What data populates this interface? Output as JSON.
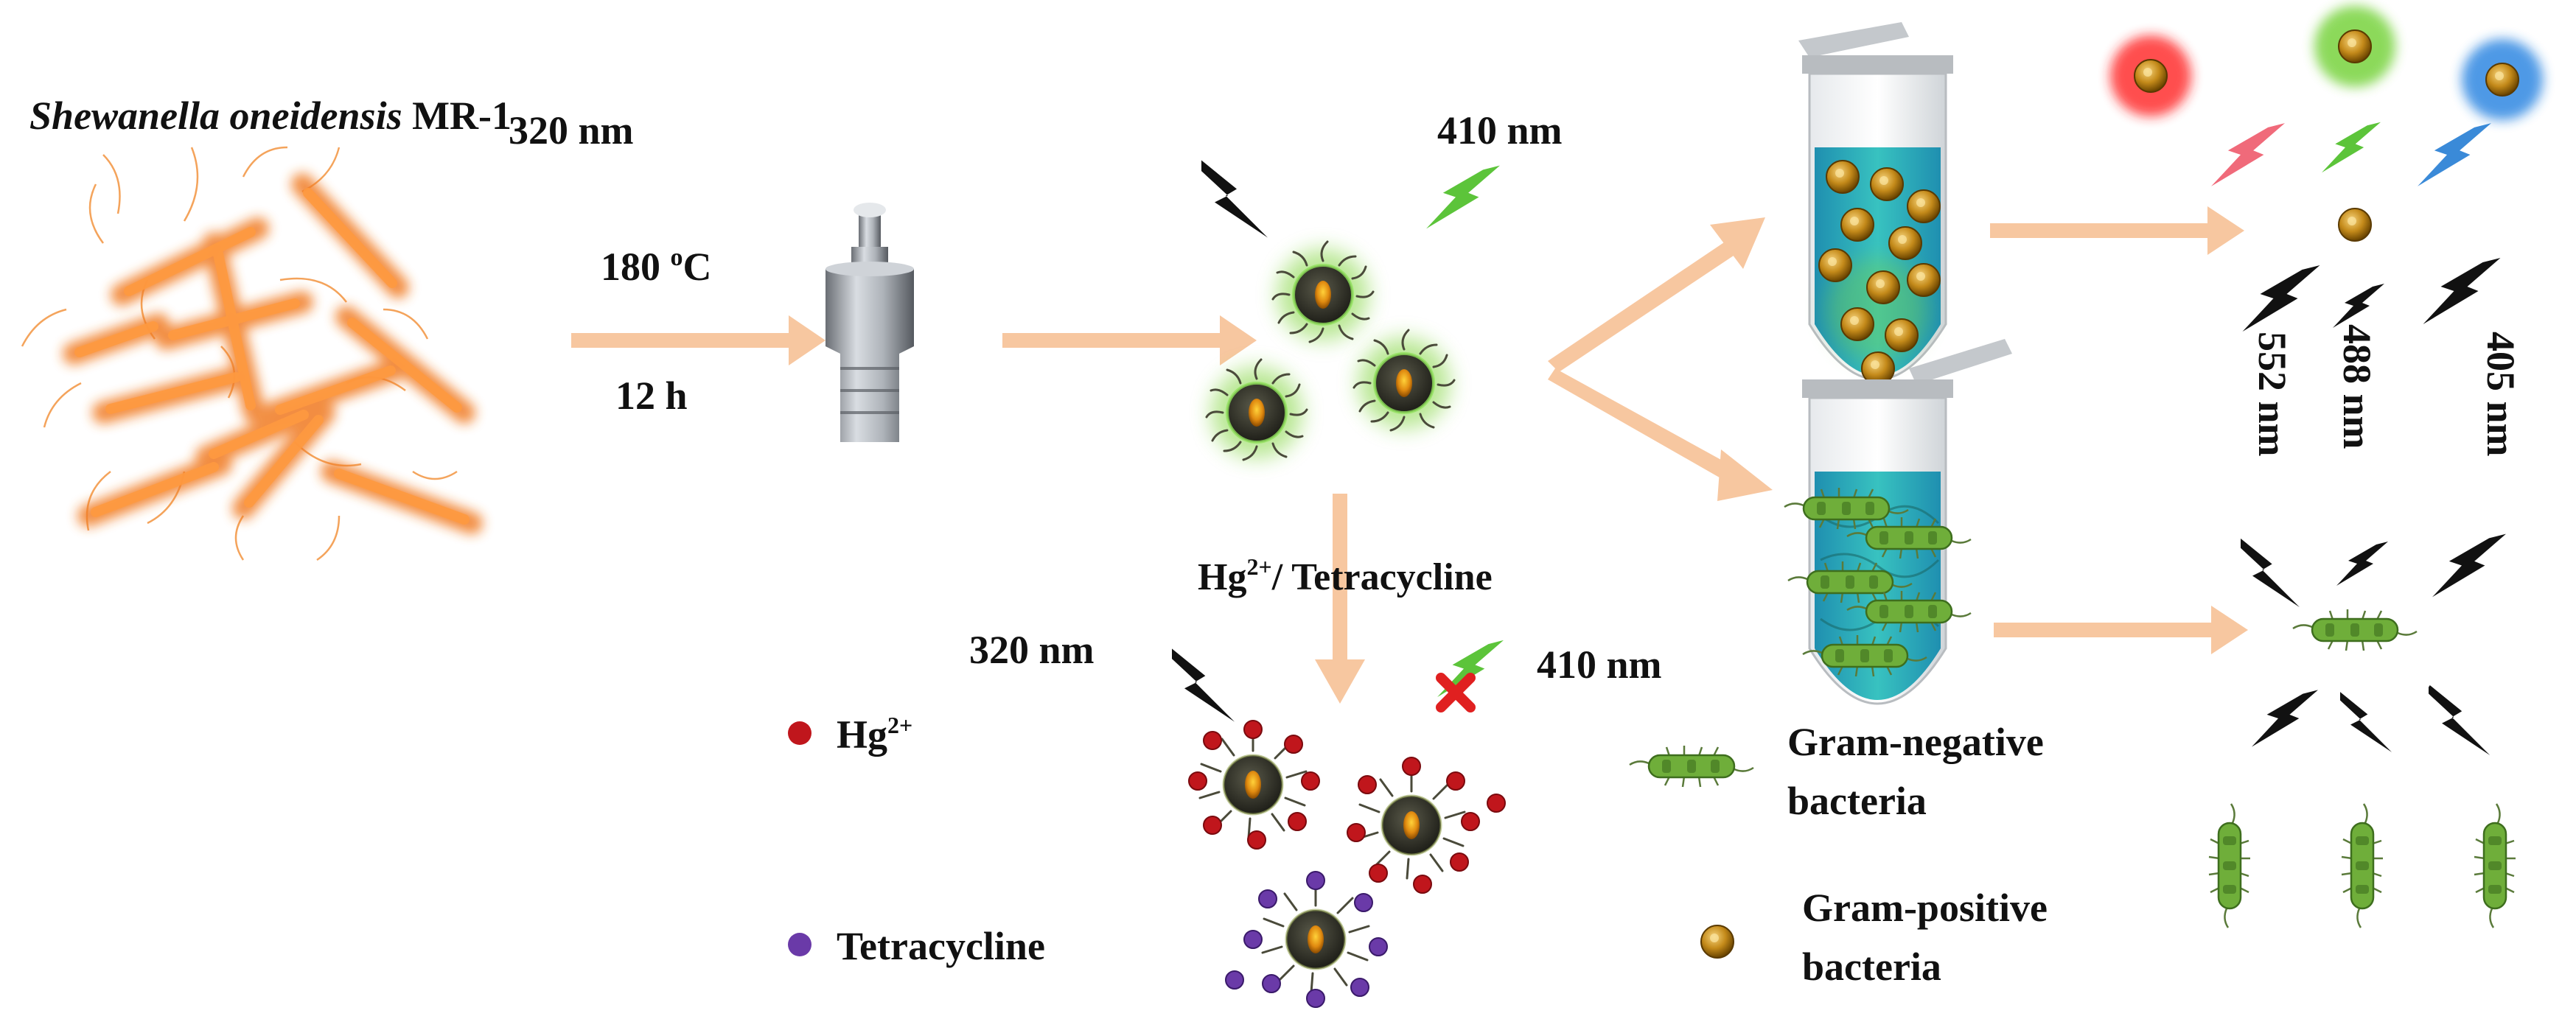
{
  "labels": {
    "source_name": "Shewanella oneidensis",
    "source_strain": " MR-1",
    "temperature": "180 ",
    "temperature_sup": "o",
    "temperature_unit": "C",
    "duration": "12 h",
    "excite_top_left": "320 nm",
    "excite_top_right": "410 nm",
    "quencher_prefix": "Hg",
    "quencher_charge": "2+",
    "quencher_sep": "/  ",
    "quencher_suffix": "Tetracycline",
    "excite_bottom_left": "320 nm",
    "excite_bottom_right": "410 nm",
    "legend_hg": "Hg",
    "legend_hg_charge": "2+",
    "legend_tetracycline": "Tetracycline",
    "legend_gram_negative_1": "Gram-negative",
    "legend_gram_negative_2": "bacteria",
    "legend_gram_positive_1": "Gram-positive",
    "legend_gram_positive_2": "bacteria",
    "wavelength_552": "552 nm",
    "wavelength_488": "488 nm",
    "wavelength_405": "405 nm"
  },
  "colors": {
    "arrow": "#f7c7a0",
    "bacteria_orange": "#f08030",
    "glow_green": "#7fd43a",
    "dot_red": "#c0161c",
    "dot_purple": "#6a3aa8",
    "liquid": "#2fb5b0",
    "bolt_black": "#111111",
    "bolt_green": "#5cc43a",
    "bolt_red": "#f06a7a",
    "bolt_blue": "#3a8ad8",
    "gram_positive": "#b8860b"
  }
}
